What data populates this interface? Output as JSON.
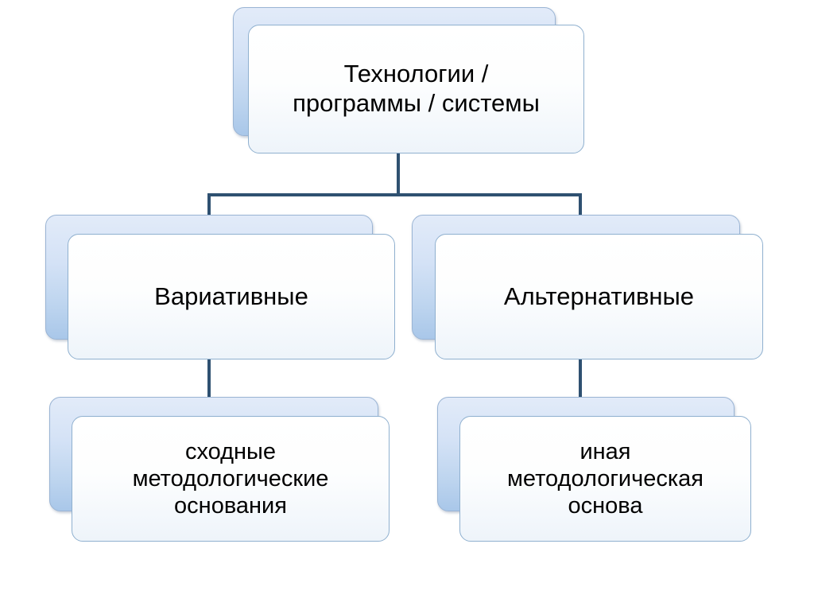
{
  "diagram": {
    "title": "Технологии / программы / системы",
    "background_color": "#ffffff",
    "accent_color": "#2f5171",
    "node_fill_back": "#bed5ef",
    "node_fill_front": "#ffffff",
    "nodes": {
      "root": {
        "label": "Технологии /\nпрограммы / системы"
      },
      "variative": {
        "label": "Вариативные"
      },
      "alternative": {
        "label": "Альтернативные"
      },
      "similar_basis": {
        "label": "сходные\nметодологические\nоснования"
      },
      "other_basis": {
        "label": "иная\nметодологическая\nоснова"
      }
    }
  }
}
